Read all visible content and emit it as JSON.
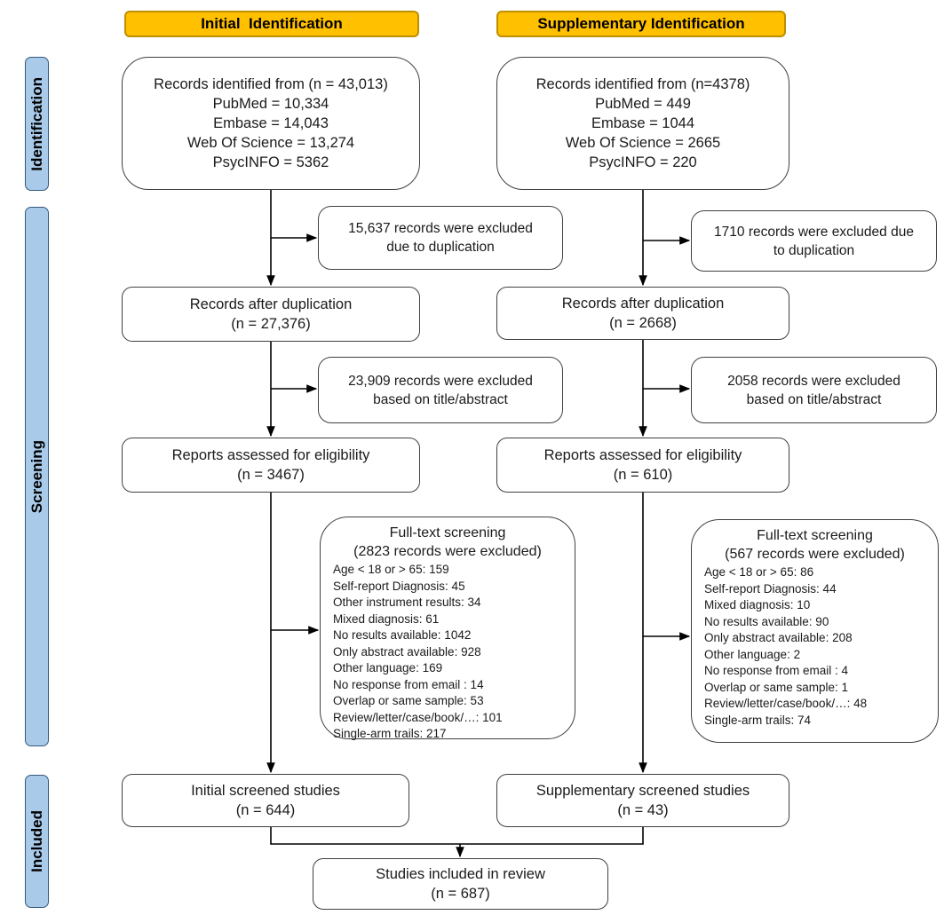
{
  "prisma": {
    "stages": [
      "Identification",
      "Screening",
      "Included"
    ],
    "colors": {
      "header_fill": "#FFC000",
      "header_border": "#BE8F00",
      "stage_fill": "#A9CBE9",
      "stage_border": "#34587C",
      "box_border": "#404040",
      "arrow": "#000000"
    },
    "col_initial": {
      "header": "Initial  Identification",
      "records": [
        "Records identified from (n = 43,013)",
        "PubMed = 10,334",
        "Embase = 14,043",
        "Web Of Science = 13,274",
        "PsycINFO = 5362"
      ],
      "dup_excluded": [
        "15,637 records were excluded",
        "due to duplication"
      ],
      "after_dup": [
        "Records after duplication",
        "(n = 27,376)"
      ],
      "title_abstract_excluded": [
        "23,909 records were excluded",
        "based on title/abstract"
      ],
      "assessed": [
        "Reports assessed for eligibility",
        "(n = 3467)"
      ],
      "fulltext_title": "Full-text screening",
      "fulltext_subtitle": "(2823 records were excluded)",
      "fulltext_items": [
        "Age < 18 or > 65: 159",
        "Self-report Diagnosis: 45",
        "Other instrument results: 34",
        "Mixed diagnosis: 61",
        "No results available: 1042",
        "Only abstract available: 928",
        "Other language: 169",
        "No response from email : 14",
        "Overlap or same sample: 53",
        "Review/letter/case/book/…: 101",
        "Single-arm trails: 217"
      ],
      "screened": [
        "Initial screened studies",
        "(n = 644)"
      ]
    },
    "col_supplementary": {
      "header": "Supplementary Identification",
      "records": [
        "Records identified from (n=4378)",
        "PubMed = 449",
        "Embase = 1044",
        "Web Of Science = 2665",
        "PsycINFO = 220"
      ],
      "dup_excluded": [
        "1710 records were excluded due",
        "to duplication"
      ],
      "after_dup": [
        "Records after duplication",
        "(n = 2668)"
      ],
      "title_abstract_excluded": [
        "2058 records were excluded",
        "based on title/abstract"
      ],
      "assessed": [
        "Reports assessed for eligibility",
        "(n = 610)"
      ],
      "fulltext_title": "Full-text screening",
      "fulltext_subtitle": "(567 records were excluded)",
      "fulltext_items": [
        "Age < 18 or > 65: 86",
        "Self-report Diagnosis: 44",
        "Mixed diagnosis: 10",
        "No results available: 90",
        "Only abstract available: 208",
        "Other language: 2",
        "No response from email : 4",
        "Overlap or same sample: 1",
        "Review/letter/case/book/…: 48",
        "Single-arm trails: 74"
      ],
      "screened": [
        "Supplementary screened studies",
        "(n = 43)"
      ]
    },
    "included": [
      "Studies included in review",
      "(n = 687)"
    ]
  }
}
